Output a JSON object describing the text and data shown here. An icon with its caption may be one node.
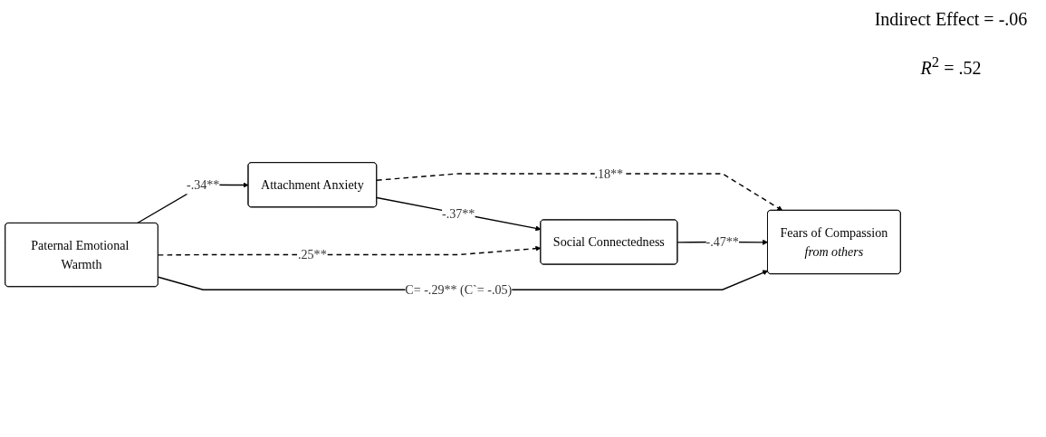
{
  "diagram": {
    "nodes": [
      {
        "text": [
          "Attachment Anxiety"
        ]
      },
      {
        "text": [
          "Social Connectedness"
        ]
      },
      {
        "text": [
          "Paternal Emotional Warmth"
        ]
      },
      {
        "text": [
          "Fears of Compassion",
          "from others"
        ]
      }
    ],
    "edges": [
      {
        "from": 2,
        "to": 0,
        "arrow": "to",
        "label": "-.34**"
      },
      {
        "from": 0,
        "to": 1,
        "arrow": "to",
        "label": "-.37**"
      },
      {
        "from": 2,
        "to": 1,
        "arrow": "to",
        "label": ".25**",
        "style": "dashed"
      },
      {
        "from": 0,
        "to": 3,
        "arrow": "to",
        "label": ".18**",
        "style": "dashed"
      },
      {
        "from": 1,
        "to": 3,
        "arrow": "to",
        "label": "-.47**"
      },
      {
        "from": 2,
        "to": 3,
        "arrow": "to",
        "label": "C= -.29** (C`= -.05)"
      }
    ],
    "labels": [
      "Indirect Effect = -.06",
      "*R*$^{2}$ = .52"
    ]
  }
}
